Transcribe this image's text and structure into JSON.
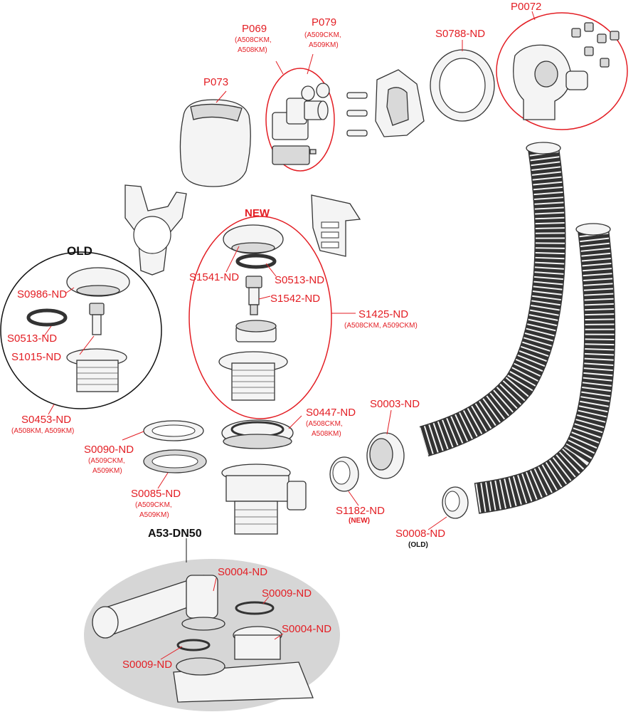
{
  "colors": {
    "accent": "#e31e24",
    "ink": "#111111",
    "outline": "#333333",
    "fill": "#f4f4f4",
    "shade": "#d9d9d9",
    "trap_shadow": "#d6d6d6"
  },
  "groups": {
    "old": "OLD",
    "new": "NEW",
    "main": "A53-DN50"
  },
  "labels": {
    "P069": {
      "code": "P069",
      "variants": [
        "(A508CKM,",
        "A508KM)"
      ]
    },
    "P079": {
      "code": "P079",
      "variants": [
        "(A509CKM,",
        "A509KM)"
      ]
    },
    "P073": {
      "code": "P073"
    },
    "S0788": {
      "code": "S0788-ND"
    },
    "P0072": {
      "code": "P0072"
    },
    "S1541": {
      "code": "S1541-ND"
    },
    "S0513_new": {
      "code": "S0513-ND"
    },
    "S1542": {
      "code": "S1542-ND"
    },
    "S1425": {
      "code": "S1425-ND",
      "variants": [
        "(A508CKM, A509CKM)"
      ]
    },
    "S0986": {
      "code": "S0986-ND"
    },
    "S0513_old": {
      "code": "S0513-ND"
    },
    "S1015": {
      "code": "S1015-ND"
    },
    "S0453": {
      "code": "S0453-ND",
      "variants": [
        "(A508KM, A509KM)"
      ]
    },
    "S0090": {
      "code": "S0090-ND",
      "variants": [
        "(A509CKM,",
        "A509KM)"
      ]
    },
    "S0085": {
      "code": "S0085-ND",
      "variants": [
        "(A509CKM,",
        "A509KM)"
      ]
    },
    "S0447": {
      "code": "S0447-ND",
      "variants": [
        "(A508CKM,",
        "A508KM)"
      ]
    },
    "S0003": {
      "code": "S0003-ND"
    },
    "S1182": {
      "code": "S1182-ND",
      "note": "(NEW)"
    },
    "S0008": {
      "code": "S0008-ND",
      "note": "(OLD)"
    },
    "S0004_top": {
      "code": "S0004-ND"
    },
    "S0009_top": {
      "code": "S0009-ND"
    },
    "S0004_bot": {
      "code": "S0004-ND"
    },
    "S0009_bot": {
      "code": "S0009-ND"
    }
  }
}
